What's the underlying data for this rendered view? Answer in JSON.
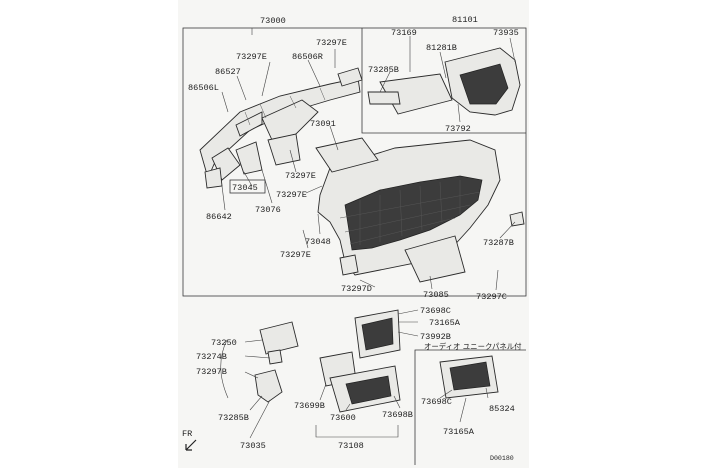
{
  "diagram": {
    "labels": {
      "top_panel": "73000",
      "l_73297E_1": "73297E",
      "l_73297E_2": "73297E",
      "l_86527": "86527",
      "l_86506R": "86506R",
      "l_86506L": "86506L",
      "l_73091": "73091",
      "l_73297E_3": "73297E",
      "l_73297E_4": "73297E",
      "l_73045": "73045",
      "l_73076": "73076",
      "l_86642": "86642",
      "l_73048": "73048",
      "l_73297E_5": "73297E",
      "l_73297D": "73297D",
      "l_73085": "73085",
      "l_73297C": "73297C",
      "l_73287B": "73287B",
      "l_73169": "73169",
      "l_81101": "81101",
      "l_73935": "73935",
      "l_81281B": "81281B",
      "l_73285B": "73285B",
      "l_73792": "73792",
      "l_73698C_1": "73698C",
      "l_73165A_1": "73165A",
      "l_73992B": "73992B",
      "l_73250": "73250",
      "l_73274B": "73274B",
      "l_73297B": "73297B",
      "l_73285B_2": "73285B",
      "l_73035": "73035",
      "l_73699B": "73699B",
      "l_73600": "73600",
      "l_73698B": "73698B",
      "l_73108": "73108",
      "audio_jp": "オーディオ ユニークパネル付",
      "l_73698C_2": "73698C",
      "l_85324": "85324",
      "l_73165A_2": "73165A",
      "fr": "FR",
      "drawing_code": "D00180"
    }
  }
}
